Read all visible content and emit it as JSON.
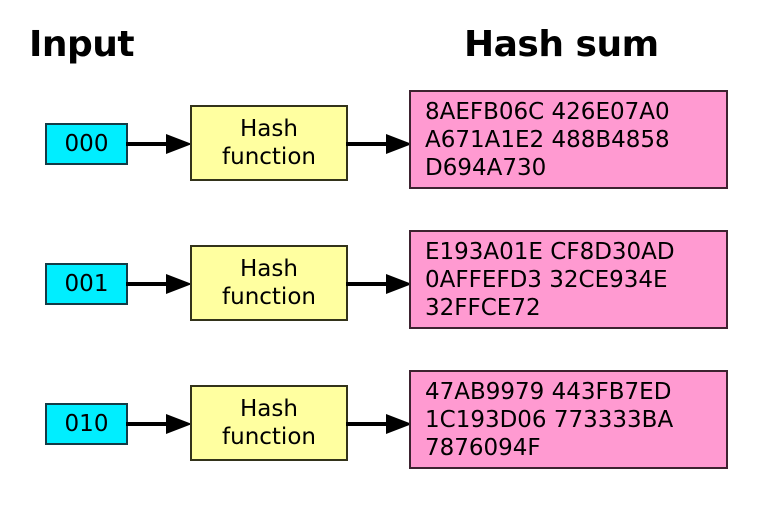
{
  "headings": {
    "input": "Input",
    "hash_sum": "Hash sum"
  },
  "colors": {
    "input_fill": "#00eeff",
    "function_fill": "#ffffa0",
    "hash_fill": "#ff9ad1",
    "stroke": "#000000",
    "background": "#ffffff",
    "text": "#000000"
  },
  "function_label": "Hash\nfunction",
  "rows": [
    {
      "input": "000",
      "function": "Hash\nfunction",
      "hash": "8AEFB06C 426E07A0\nA671A1E2 488B4858\nD694A730"
    },
    {
      "input": "001",
      "function": "Hash\nfunction",
      "hash": "E193A01E CF8D30AD\n0AFFEFD3 32CE934E\n32FFCE72"
    },
    {
      "input": "010",
      "function": "Hash\nfunction",
      "hash": "47AB9979 443FB7ED\n1C193D06 773333BA\n7876094F"
    }
  ]
}
